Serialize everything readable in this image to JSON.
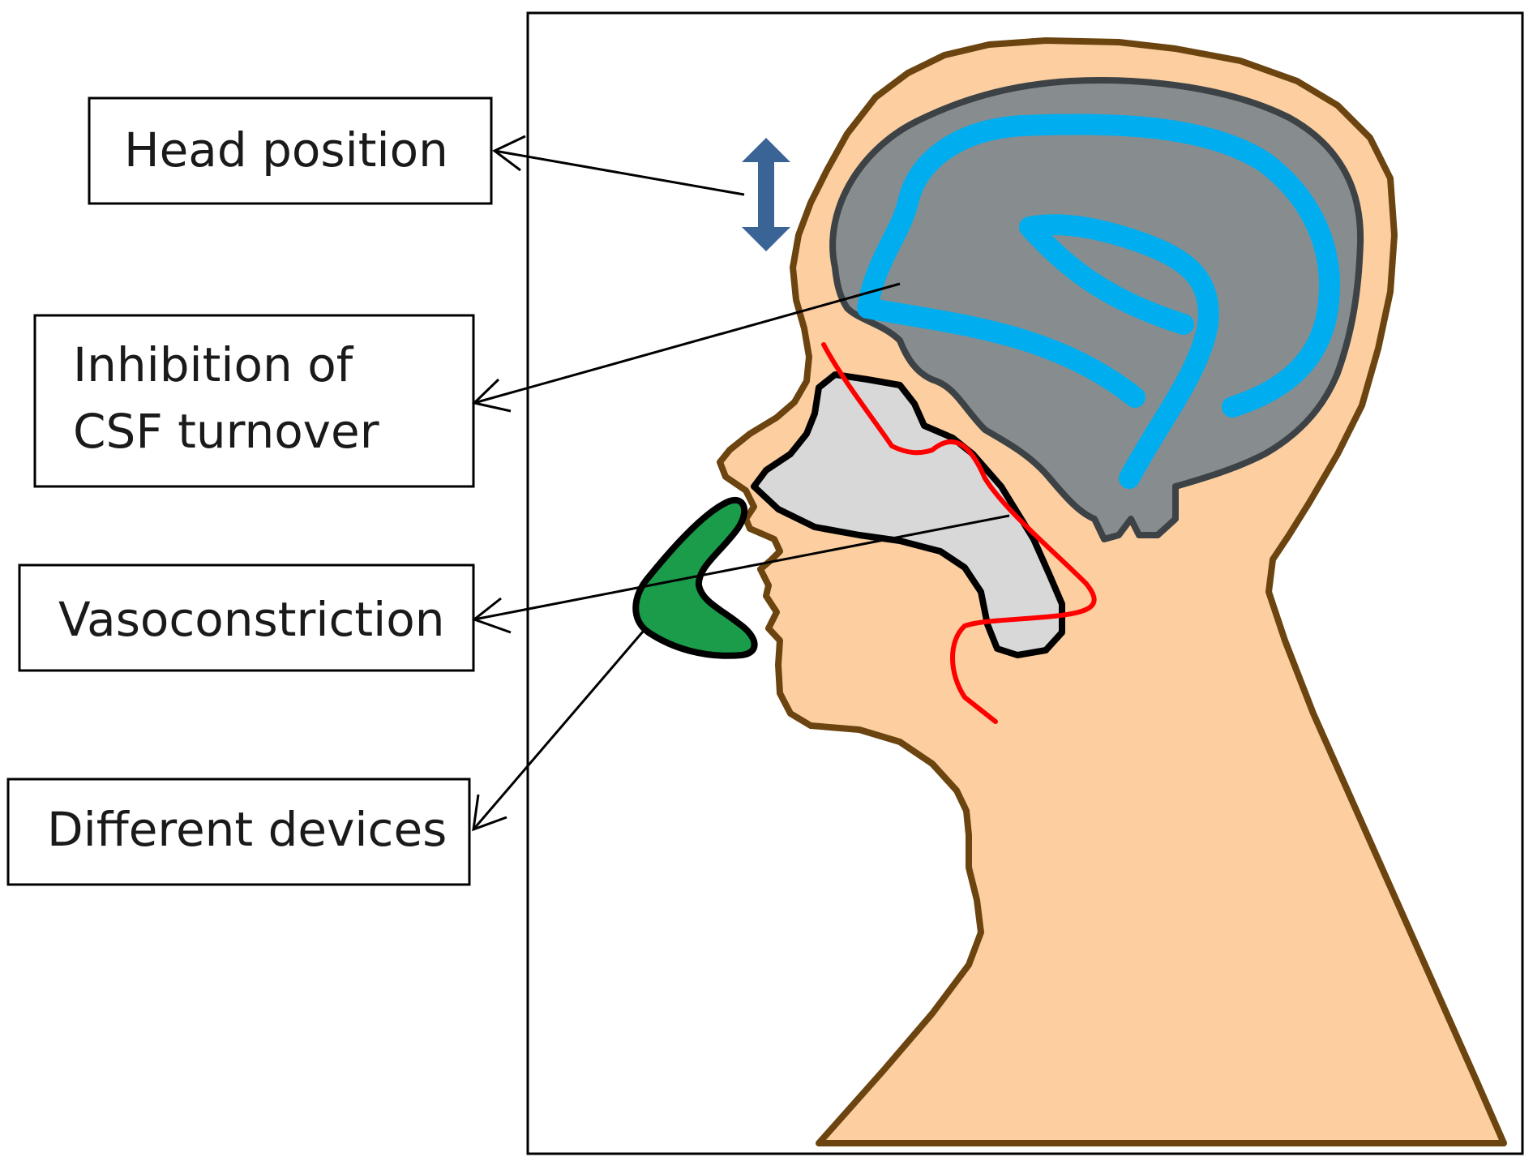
{
  "labels": {
    "head_position": "Head position",
    "inhibition_line1": "Inhibition of",
    "inhibition_line2": "CSF turnover",
    "vasoconstriction": "Vasoconstriction",
    "different_devices": "Different devices"
  },
  "colors": {
    "skin": "#FCCEA0",
    "skin_outline": "#6B4410",
    "brain": "#878D8F",
    "brain_outline": "#3C4245",
    "ventricle": "#00AEEF",
    "nasal_cavity": "#D8D8D8",
    "nasal_outline": "#000000",
    "nerve": "#FF0000",
    "device": "#1A9C4A",
    "arrow_double": "#3B6496",
    "box_border": "#000000",
    "pointer_line": "#000000"
  },
  "icons": {
    "position_arrow": "vertical-double-arrow-icon"
  }
}
